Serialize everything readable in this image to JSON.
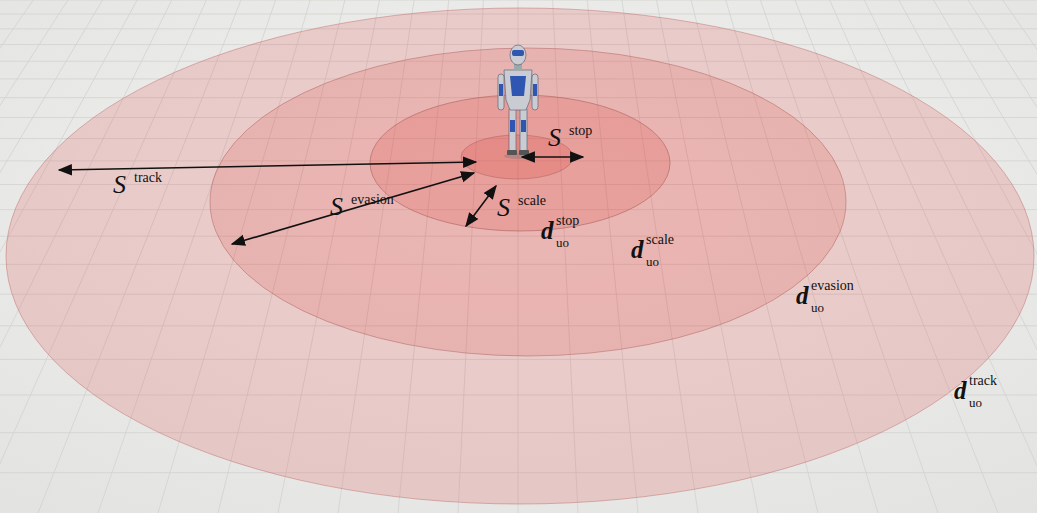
{
  "diagram": {
    "labels": [
      "S",
      "track",
      "S",
      "evasion",
      "S",
      "scale",
      "S",
      "stop",
      "d",
      "stop",
      "uo",
      "d",
      "scale",
      "uo",
      "d",
      "evasion",
      "uo",
      "d",
      "track",
      "uo"
    ]
  }
}
